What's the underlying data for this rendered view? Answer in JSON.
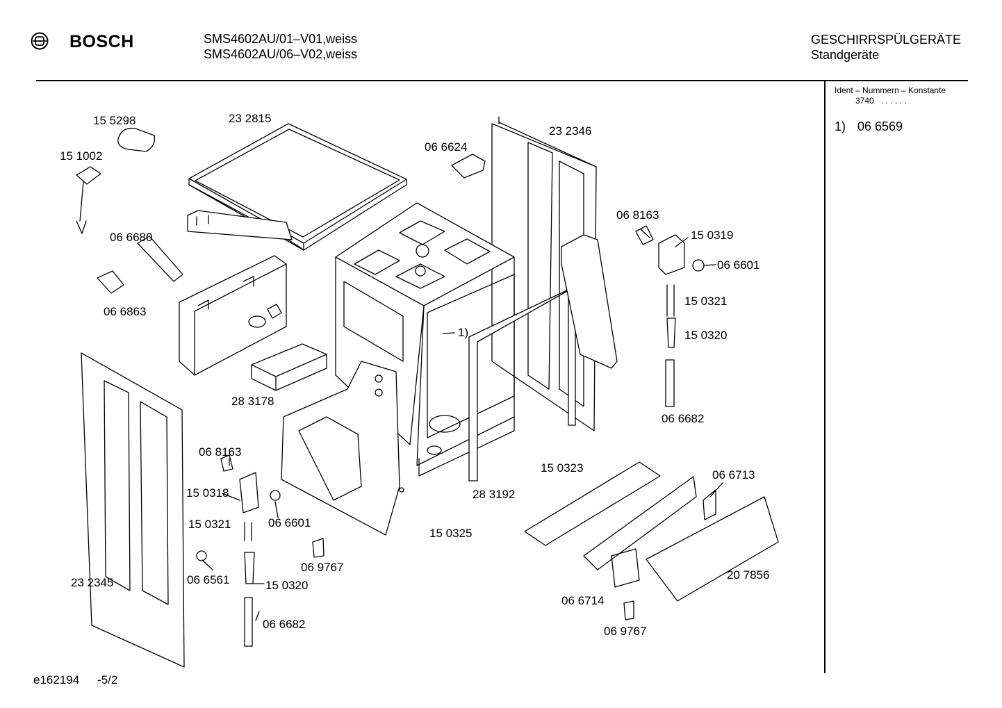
{
  "header": {
    "brand": "BOSCH",
    "models": [
      "SMS4602AU/01–V01,weiss",
      "SMS4602AU/06–V02,weiss"
    ],
    "category": "GESCHIRRSPÜLGERÄTE",
    "subcategory": "Standgeräte"
  },
  "sidebar": {
    "title": "Ident – Nummern – Konstante",
    "constant": "3740",
    "constant_dots": ". .   . . . .",
    "notes": [
      {
        "marker": "1)",
        "part": "06 6569"
      }
    ]
  },
  "footer": {
    "code": "e162194",
    "page": "-5/2"
  },
  "parts": [
    "15 5298",
    "23 2815",
    "23 2346",
    "06 6624",
    "15 1002",
    "06 6680",
    "06 6863",
    "06 8163",
    "15 0319",
    "06 6601",
    "15 0321",
    "15 0320",
    "06 6682",
    "28 3178",
    "1)",
    "15 0323",
    "28 3192",
    "15 0325",
    "06 6713",
    "06 8163",
    "15 0318",
    "15 0321",
    "06 6601",
    "06 9767",
    "06 6561",
    "15 0320",
    "06 6682",
    "23 2345",
    "20 7856",
    "06 6714",
    "06 9767"
  ]
}
